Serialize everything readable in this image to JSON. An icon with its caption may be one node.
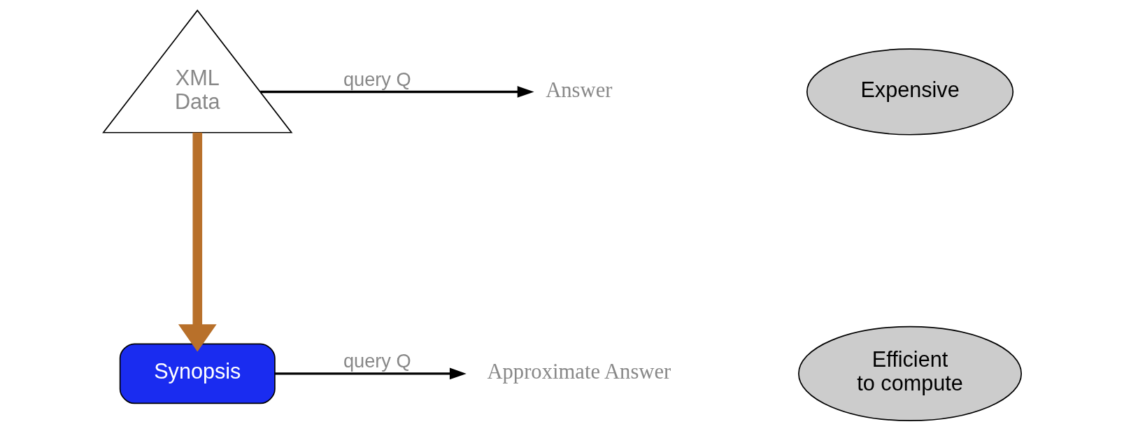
{
  "diagram": {
    "nodes": [
      {
        "text": [
          "XML Data"
        ]
      },
      {
        "text": [
          "Answer"
        ]
      },
      {
        "text": [
          "Expensive"
        ]
      },
      {
        "text": [
          "Synopsis"
        ]
      },
      {
        "text": [
          "Approximate Answer"
        ]
      },
      {
        "text": [
          "Efficient to compute"
        ]
      }
    ],
    "edges": [
      {
        "from": 0,
        "to": 1,
        "arrow": "to",
        "label": "query Q"
      },
      {
        "from": 0,
        "to": 3,
        "arrow": "to",
        "style": "thick",
        "color": "#b8702a"
      },
      {
        "from": 3,
        "to": 4,
        "arrow": "to",
        "label": "query Q"
      }
    ]
  }
}
